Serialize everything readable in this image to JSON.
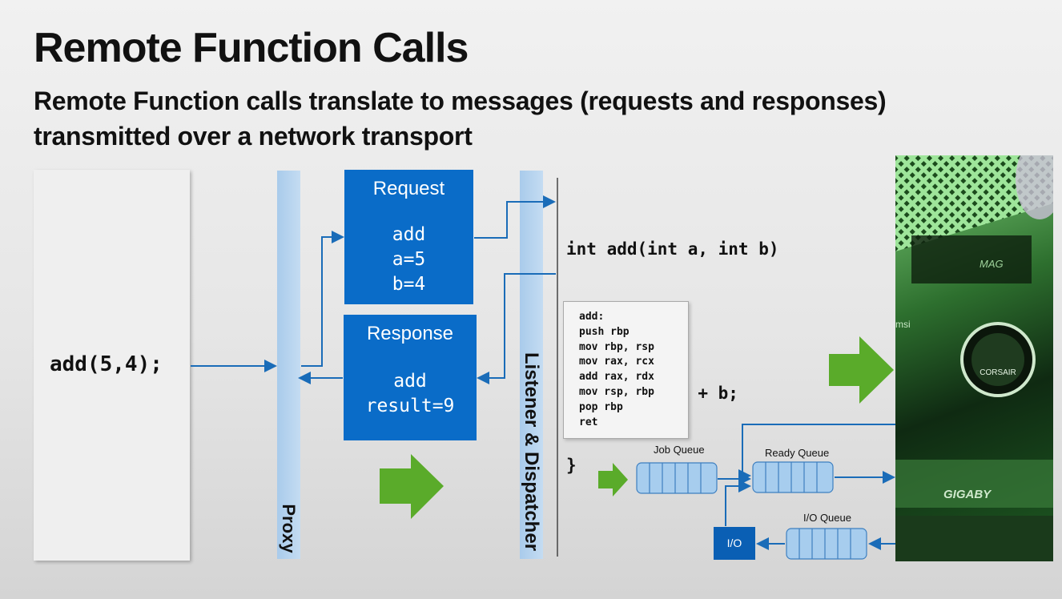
{
  "title": "Remote Function Calls",
  "subtitle": "Remote Function calls translate to messages (requests and responses) transmitted over a network transport",
  "client": {
    "call": "add(5,4);"
  },
  "proxy": {
    "label": "Proxy"
  },
  "listener": {
    "label": "Listener & Dispatcher"
  },
  "request": {
    "title": "Request",
    "lines": [
      "add",
      "a=5",
      "b=4"
    ]
  },
  "response": {
    "title": "Response",
    "lines": [
      "add",
      "result=9"
    ]
  },
  "code": {
    "lines": [
      "int add(int a, int b)",
      "{",
      "    return a + b;",
      "}"
    ]
  },
  "assembly": {
    "lines": [
      "add:",
      "push rbp",
      "mov rbp, rsp",
      "mov rax, rcx",
      "add rax, rdx",
      "mov rsp, rbp",
      "pop rbp",
      "ret"
    ]
  },
  "queues": {
    "job": "Job Queue",
    "ready": "Ready Queue",
    "io": "I/O Queue",
    "io_box": "I/O"
  },
  "photo": {
    "logo_text": "CORSAIR",
    "mag_text": "MAG",
    "msi_text": "msi",
    "gigabyte_text": "GIGABY"
  },
  "colors": {
    "accent_blue": "#0a6cc8",
    "arrow_green": "#5aab2a",
    "bar_blue": "#b5d3ee",
    "line_blue": "#1a6cb8"
  }
}
